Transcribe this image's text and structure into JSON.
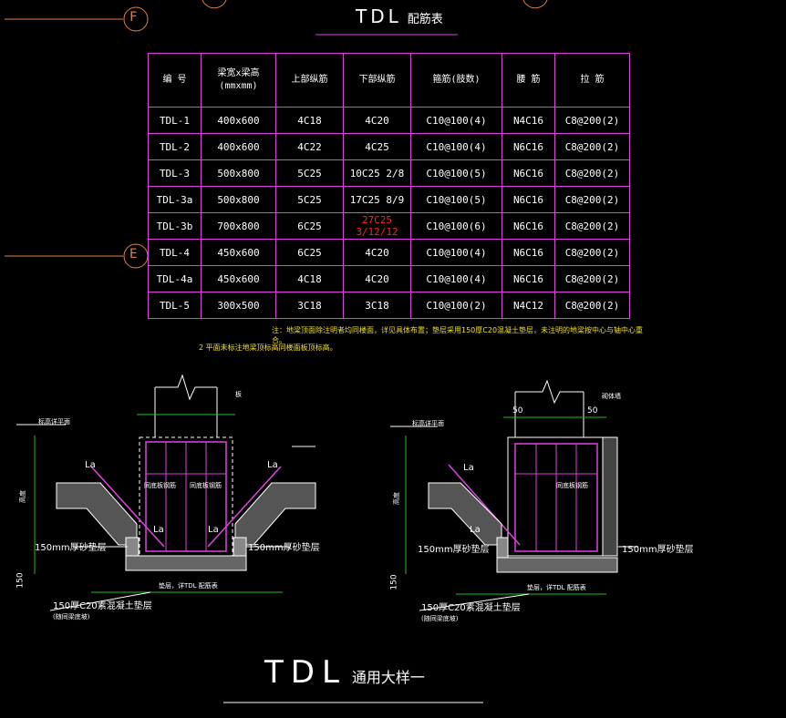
{
  "header": {
    "title_main": "TDL",
    "title_sub": "配筋表",
    "axis_top": "F",
    "axis_mid": "E"
  },
  "table": {
    "columns": [
      "编 号",
      "梁宽x梁高\n(mmxmm)",
      "上部纵筋",
      "下部纵筋",
      "箍筋(肢数)",
      "腰 筋",
      "拉 筋"
    ],
    "rows": [
      [
        "TDL-1",
        "400x600",
        "4C18",
        "4C20",
        "C10@100(4)",
        "N4C16",
        "C8@200(2)"
      ],
      [
        "TDL-2",
        "400x600",
        "4C22",
        "4C25",
        "C10@100(4)",
        "N6C16",
        "C8@200(2)"
      ],
      [
        "TDL-3",
        "500x800",
        "5C25",
        "10C25 2/8",
        "C10@100(5)",
        "N6C16",
        "C8@200(2)"
      ],
      [
        "TDL-3a",
        "500x800",
        "5C25",
        "17C25 8/9",
        "C10@100(5)",
        "N6C16",
        "C8@200(2)"
      ],
      [
        "TDL-3b",
        "700x800",
        "6C25",
        "27C25 3/12/12",
        "C10@100(6)",
        "N6C16",
        "C8@200(2)"
      ],
      [
        "TDL-4",
        "450x600",
        "6C25",
        "4C20",
        "C10@100(4)",
        "N6C16",
        "C8@200(2)"
      ],
      [
        "TDL-4a",
        "450x600",
        "4C18",
        "4C20",
        "C10@100(4)",
        "N6C16",
        "C8@200(2)"
      ],
      [
        "TDL-5",
        "300x500",
        "3C18",
        "3C18",
        "C10@100(2)",
        "N4C12",
        "C8@200(2)"
      ]
    ],
    "highlight_cell": {
      "row": 4,
      "col": 3,
      "color": "#ff2020"
    }
  },
  "notes": [
    "注：地梁顶面除注明者均同楼面，详见具体布置；垫层采用150厚C20混凝土垫层，未注明的地梁按中心与轴中心重合。",
    "2 平面未标注地梁顶标高同楼面板顶标高。"
  ],
  "details": {
    "left": {
      "ground_label": "标高详平面",
      "label_la_1": "La",
      "label_la_2": "La",
      "label_la_3": "La",
      "label_la_4": "La",
      "sand_label": "150mm厚砂垫层",
      "sand_label_2": "150mm厚砂垫层",
      "cushion_label": "150厚C20素混凝土垫层",
      "cushion_sub": "(随同梁底坡)",
      "beam_label": "垫层，详TDL 配筋表",
      "dim_150": "150",
      "slab": "板",
      "side_note_1": "同底板钢筋",
      "side_note_2": "同底板钢筋",
      "dim_left": "高度"
    },
    "right": {
      "ground_label": "标高详平面",
      "dim_50a": "50",
      "dim_50b": "50",
      "label_la_1": "La",
      "label_la_2": "La",
      "sand_label": "150mm厚砂垫层",
      "sand_label_2": "150mm厚砂垫层",
      "cushion_label": "150厚C20素混凝土垫层",
      "cushion_sub": "(随同梁底坡)",
      "beam_label": "垫层，详TDL 配筋表",
      "dim_150": "150",
      "wall": "砌体墙",
      "side_note": "同底板钢筋",
      "dim_left": "高度"
    }
  },
  "footer": {
    "title_main": "TDL",
    "title_sub": "通用大样一"
  },
  "colors": {
    "grid": "#e040e0",
    "rebar": "#e040e0",
    "note": "#f0e020",
    "dimension": "#20c020",
    "outline": "#ffffff",
    "axis_line": "#e08040",
    "red": "#ff2020"
  }
}
